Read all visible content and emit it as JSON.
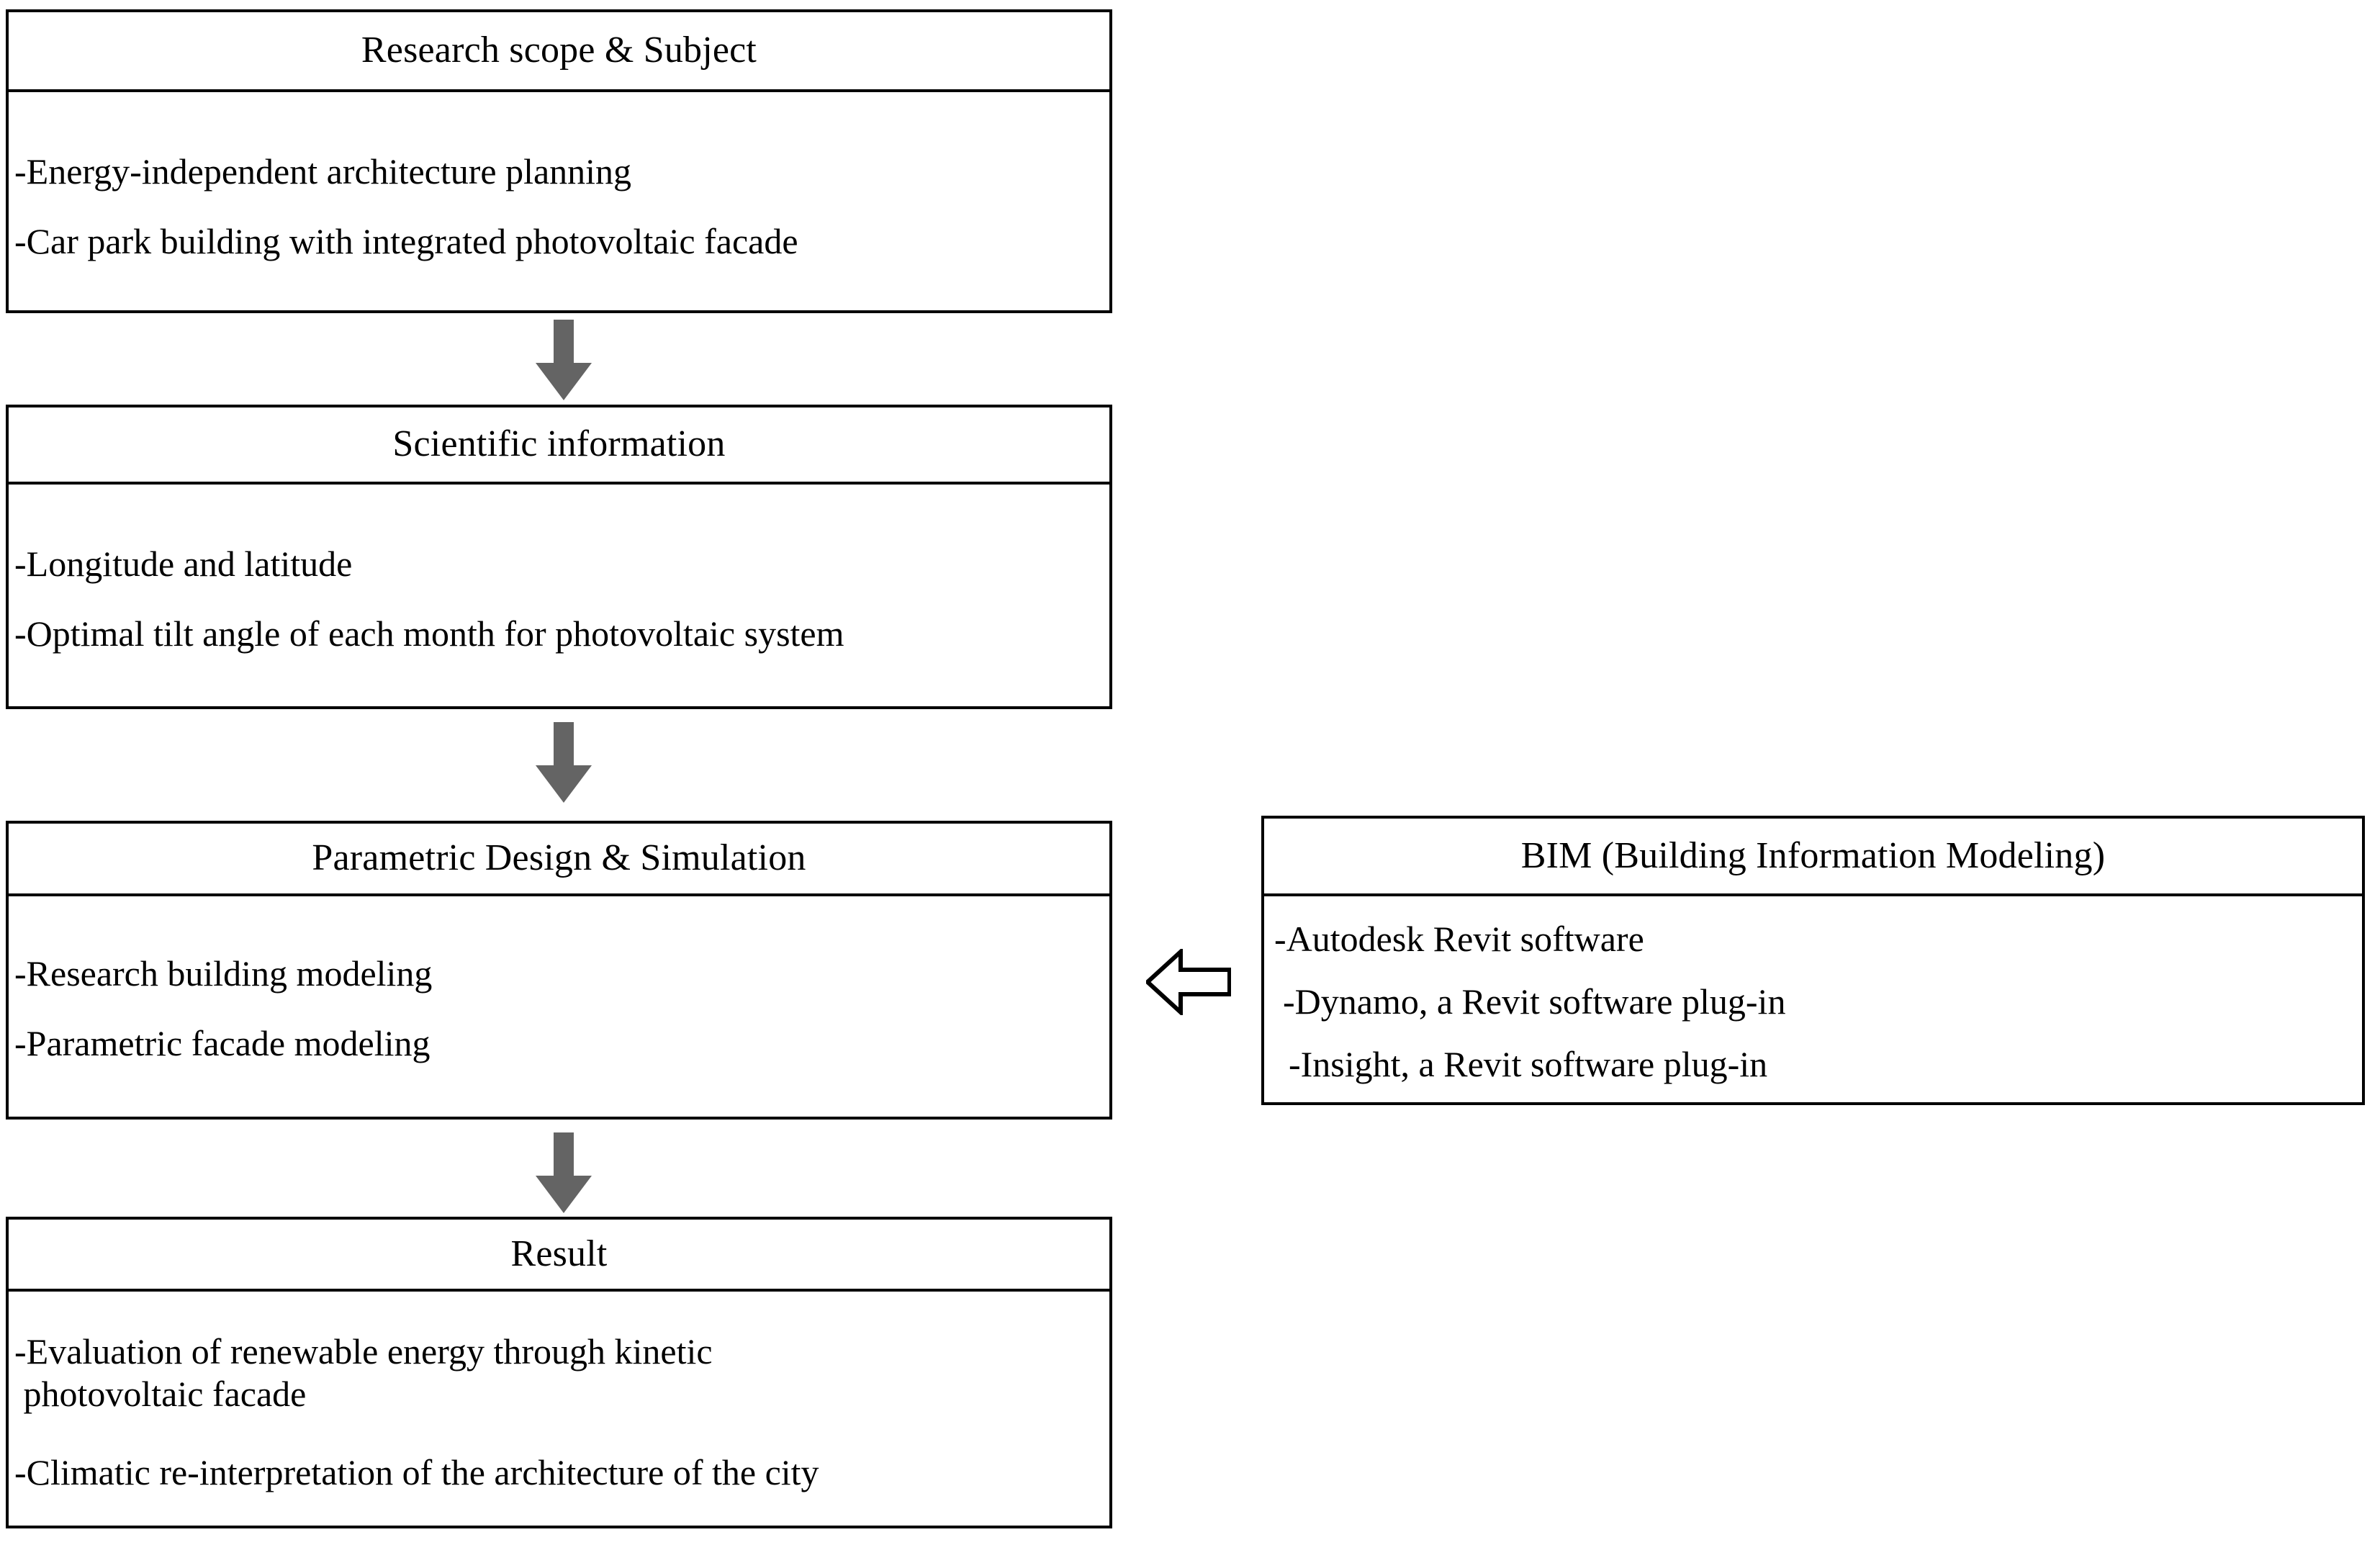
{
  "diagram": {
    "title": "Research methodology flowchart",
    "colors": {
      "box_border": "#000000",
      "box_fill": "#ffffff",
      "text": "#000000",
      "filled_arrow": "#646464",
      "hollow_arrow_stroke": "#000000",
      "hollow_arrow_fill": "#ffffff"
    },
    "boxes": {
      "scope": {
        "header": "Research scope & Subject",
        "items": [
          "-Energy-independent architecture planning",
          "-Car park building with integrated photovoltaic facade"
        ]
      },
      "scientific": {
        "header": "Scientific information",
        "items": [
          "-Longitude and latitude",
          "-Optimal tilt angle of each month for photovoltaic system"
        ]
      },
      "parametric": {
        "header": "Parametric Design & Simulation",
        "items": [
          "-Research building modeling",
          "-Parametric facade modeling"
        ]
      },
      "result": {
        "header": "Result",
        "items": [
          "-Evaluation of renewable energy through kinetic\n photovoltaic facade",
          "-Climatic re-interpretation of the architecture of the city"
        ]
      },
      "bim": {
        "header": "BIM (Building Information Modeling)",
        "items": [
          "-Autodesk Revit software",
          "-Dynamo, a Revit software plug-in",
          "-Insight, a Revit software plug-in"
        ]
      }
    },
    "arrows": {
      "scope_to_scientific": "down-arrow-filled",
      "scientific_to_parametric": "down-arrow-filled",
      "parametric_to_result": "down-arrow-filled",
      "bim_to_parametric": "left-arrow-hollow"
    }
  }
}
